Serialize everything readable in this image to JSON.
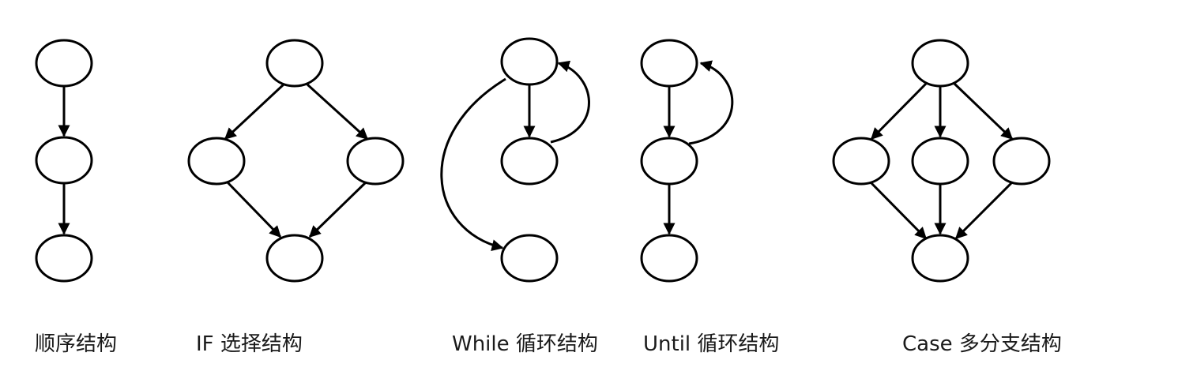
{
  "diagram": {
    "captions": {
      "sequence": "顺序结构",
      "if": "IF 选择结构",
      "while": "While 循环结构",
      "until": "Until 循环结构",
      "case": "Case 多分支结构"
    },
    "colors": {
      "stroke": "#000000",
      "fill": "#ffffff",
      "text": "#1a1a1a"
    }
  }
}
